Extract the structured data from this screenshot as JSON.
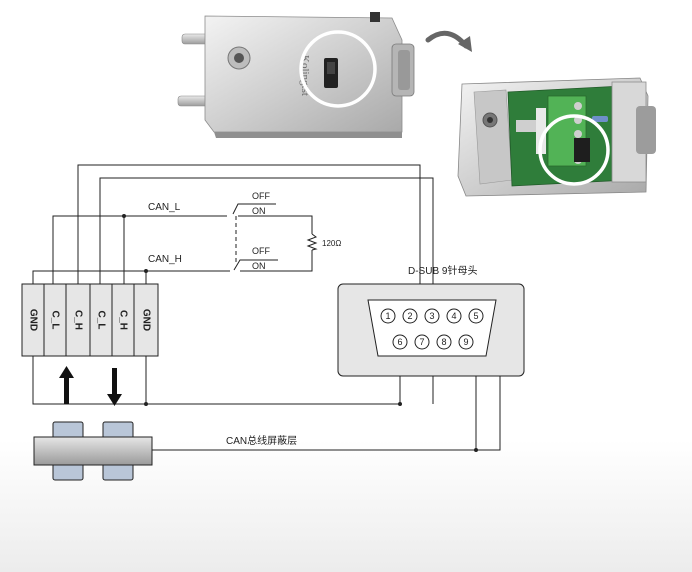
{
  "switch": {
    "can_l_label": "CAN_L",
    "can_h_label": "CAN_H",
    "off_label_top": "OFF",
    "on_label_top": "ON",
    "off_label_bottom": "OFF",
    "on_label_bottom": "ON",
    "resistor_label": "120Ω"
  },
  "terminal_block": {
    "labels": [
      "GND",
      "C_L",
      "C_H",
      "C_L",
      "C_H",
      "GND"
    ]
  },
  "dsub": {
    "title": "D-SUB 9针母头",
    "pins": [
      "1",
      "2",
      "3",
      "4",
      "5",
      "6",
      "7",
      "8",
      "9"
    ]
  },
  "shield": {
    "label": "CAN总线屏蔽层"
  },
  "device_photo": {
    "brand_text": "Kolingtst"
  },
  "colors": {
    "line": "#222222",
    "terminal_fill": "#e6e6e6",
    "clamp_fill": "#b9c6d8",
    "pcb_green": "#2f7d3a",
    "terminal_green": "#52b356",
    "highlight_circle": "#ffffff"
  }
}
